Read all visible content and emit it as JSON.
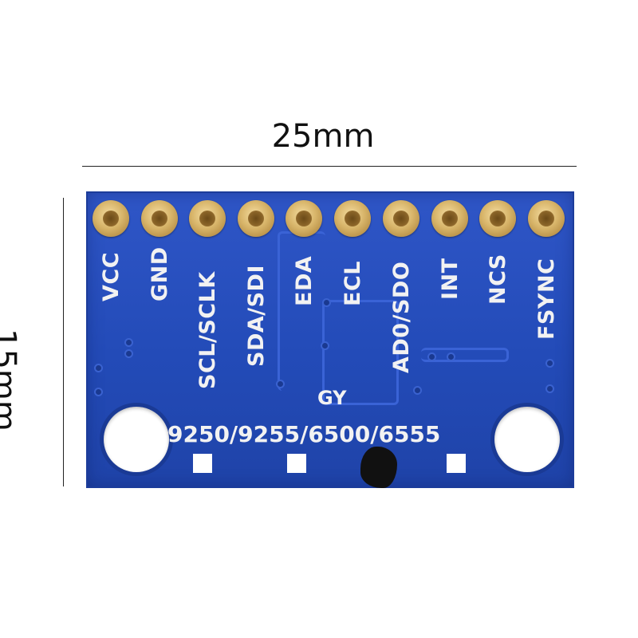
{
  "dimensions": {
    "width_label": "25mm",
    "height_label": "15mm"
  },
  "board": {
    "pins": [
      "VCC",
      "GND",
      "SCL/SCLK",
      "SDA/SDI",
      "EDA",
      "ECL",
      "AD0/SDO",
      "INT",
      "NCS",
      "FSYNC"
    ],
    "gy_label": "GY",
    "model_label": "9250/9255/6500/6555",
    "colors": {
      "pcb": "#234bb8",
      "pad": "#d8b56a",
      "silkscreen": "#f2f2f2"
    }
  }
}
